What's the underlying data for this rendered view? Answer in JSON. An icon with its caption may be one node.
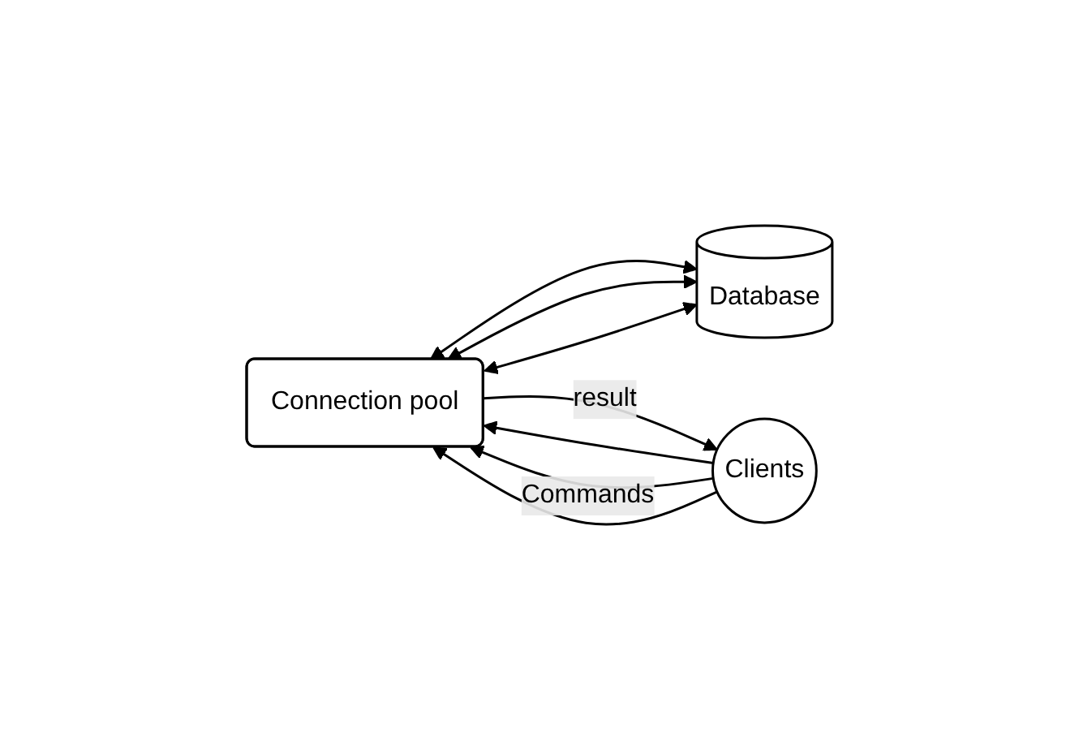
{
  "diagram": {
    "nodes": [
      {
        "text": [
          "Connection pool"
        ]
      },
      {
        "text": [
          "Database"
        ]
      },
      {
        "text": [
          "Clients"
        ]
      }
    ],
    "edges": [
      {
        "from": 0,
        "to": 1,
        "arrow": "both"
      },
      {
        "from": 0,
        "to": 1,
        "arrow": "both"
      },
      {
        "from": 0,
        "to": 1,
        "arrow": "both"
      },
      {
        "from": 2,
        "to": 0,
        "arrow": "to"
      },
      {
        "from": 2,
        "to": 0,
        "arrow": "to",
        "label": "Commands"
      },
      {
        "from": 2,
        "to": 0,
        "arrow": "to"
      },
      {
        "from": 0,
        "to": 2,
        "arrow": "to",
        "label": "result"
      }
    ]
  }
}
